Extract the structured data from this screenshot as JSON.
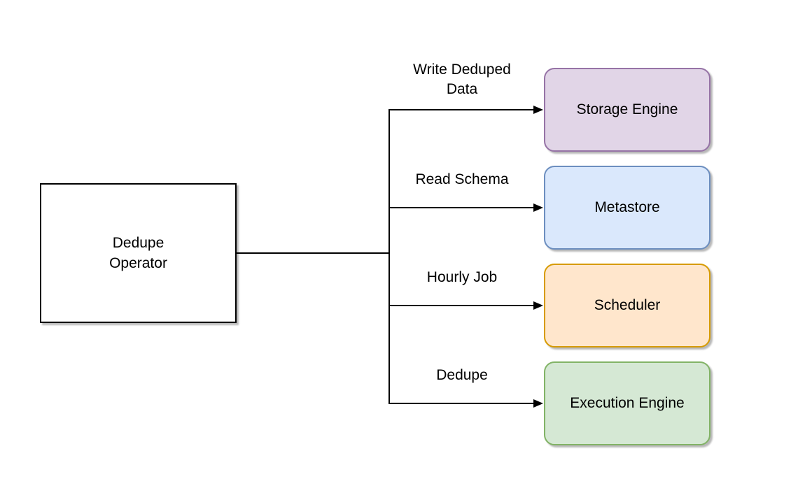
{
  "diagram": {
    "source_node": {
      "id": "dedupe-operator",
      "label": "Dedupe\nOperator",
      "fill": "#ffffff",
      "stroke": "#000000"
    },
    "target_nodes": [
      {
        "id": "storage-engine",
        "label": "Storage Engine",
        "fill": "#e1d5e7",
        "stroke": "#9673a6"
      },
      {
        "id": "metastore",
        "label": "Metastore",
        "fill": "#dae8fc",
        "stroke": "#6c8ebf"
      },
      {
        "id": "scheduler",
        "label": "Scheduler",
        "fill": "#ffe6cc",
        "stroke": "#d79b00"
      },
      {
        "id": "execution-engine",
        "label": "Execution Engine",
        "fill": "#d5e8d4",
        "stroke": "#82b366"
      }
    ],
    "edges": [
      {
        "label": "Write Deduped\nData",
        "from": "dedupe-operator",
        "to": "storage-engine"
      },
      {
        "label": "Read Schema",
        "from": "dedupe-operator",
        "to": "metastore"
      },
      {
        "label": "Hourly Job",
        "from": "dedupe-operator",
        "to": "scheduler"
      },
      {
        "label": "Dedupe",
        "from": "dedupe-operator",
        "to": "execution-engine"
      }
    ],
    "colors": {
      "connector_line": "#000000",
      "shadow": "#c2c2c2",
      "background": "#ffffff",
      "text": "#000000"
    }
  }
}
